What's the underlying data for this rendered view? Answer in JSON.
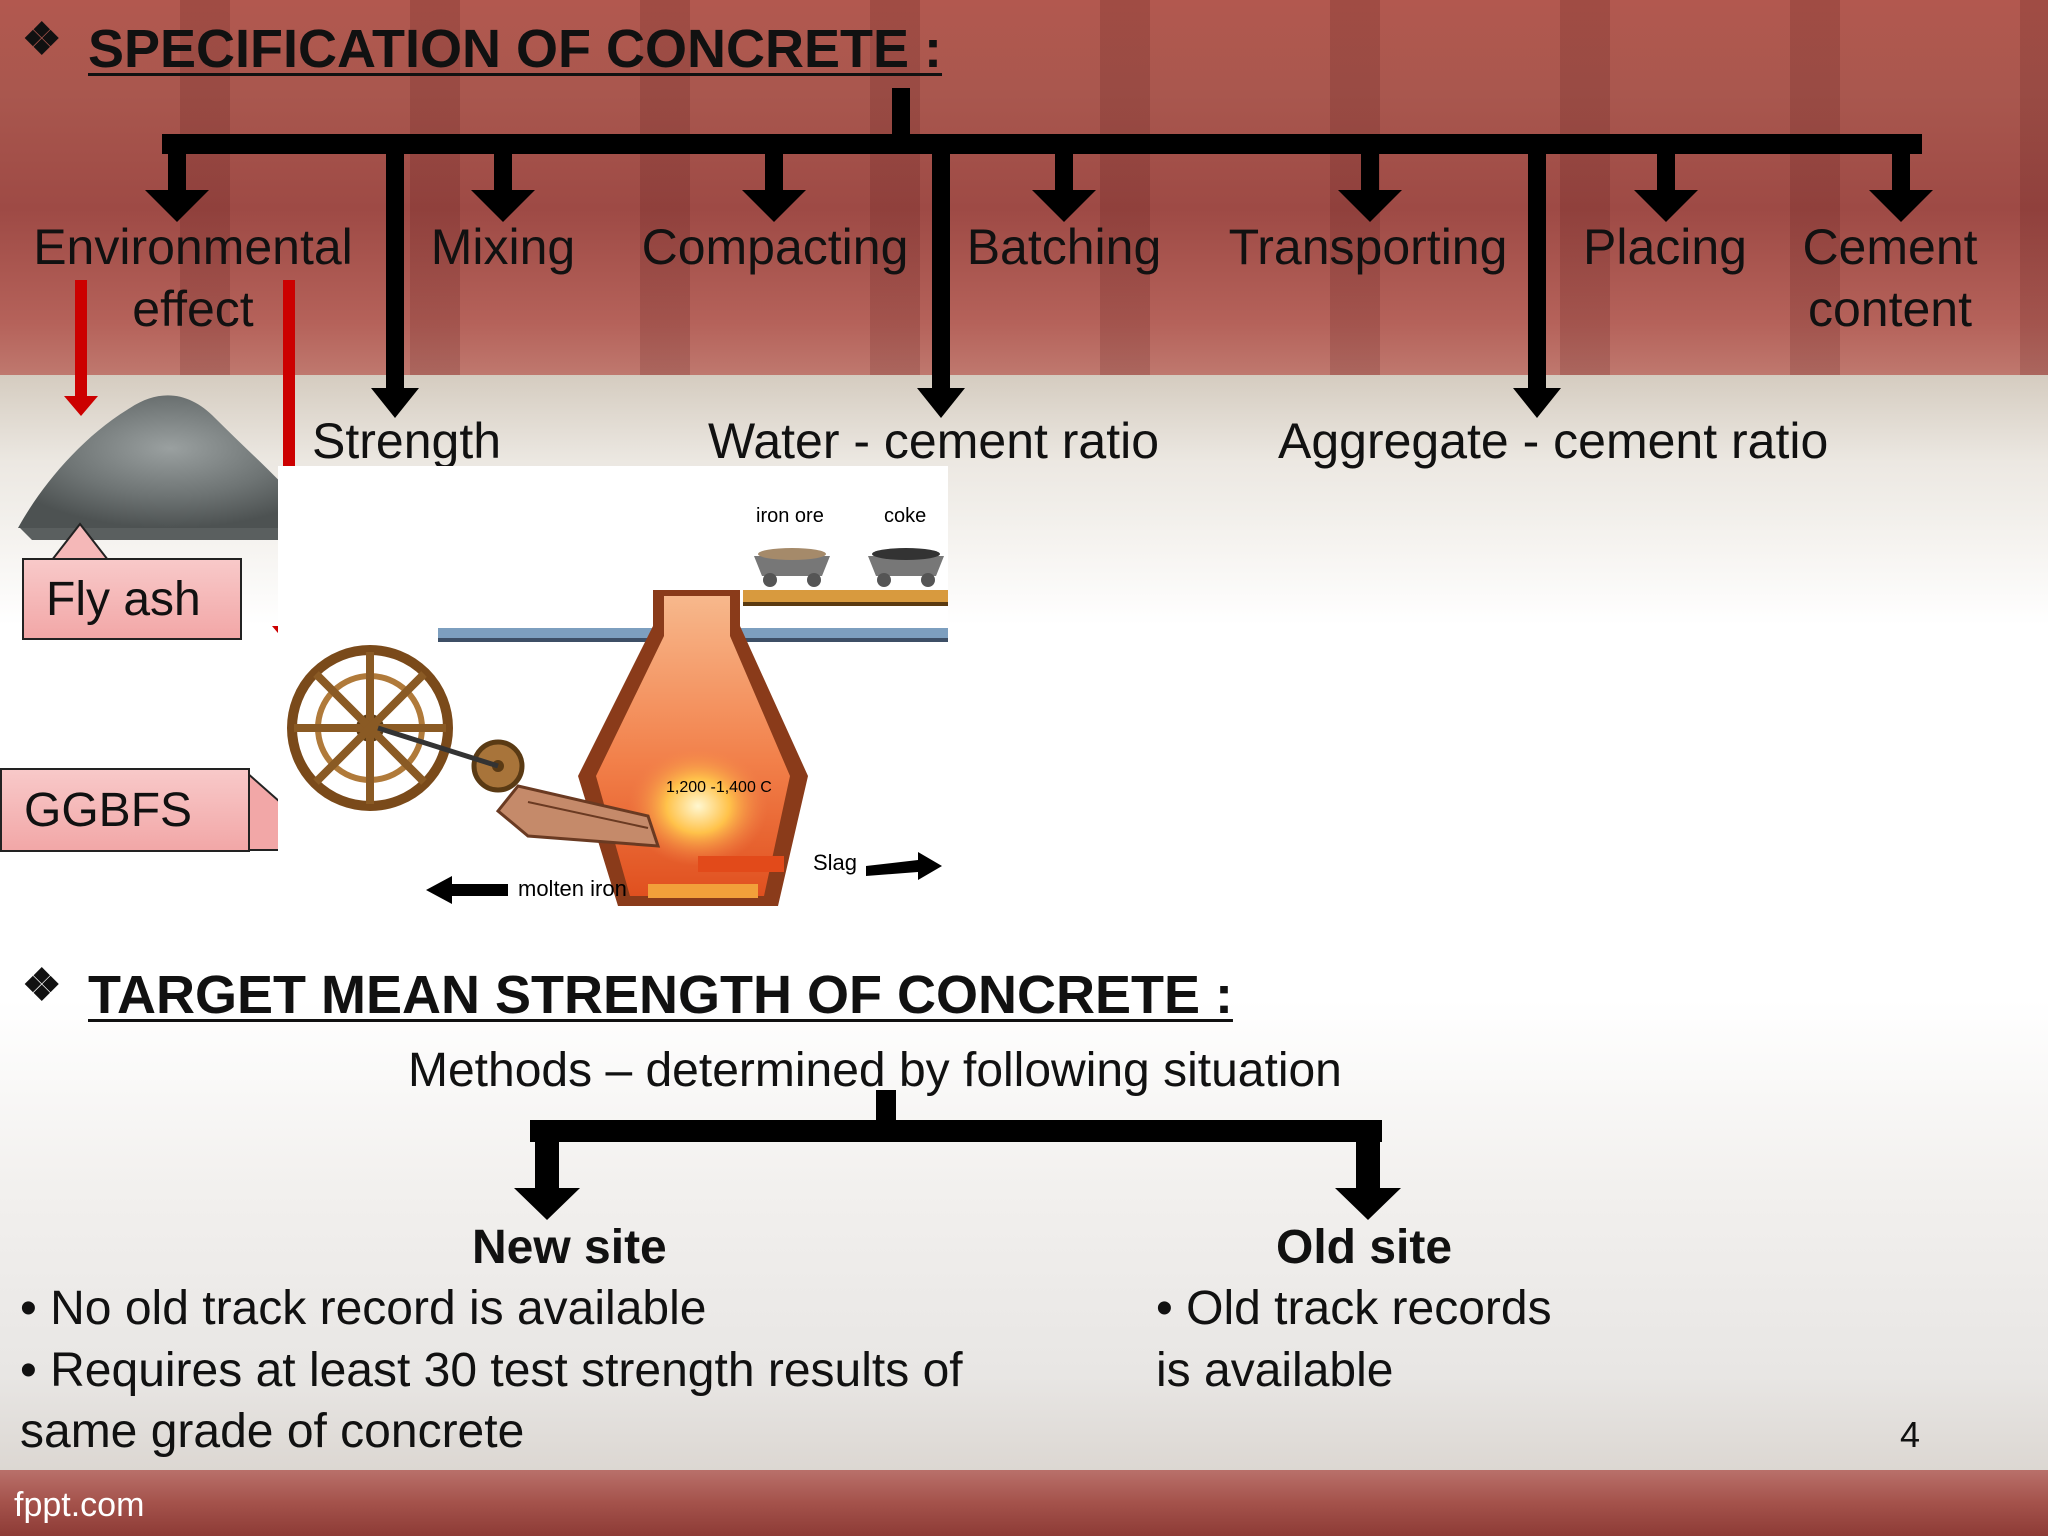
{
  "slide": {
    "section1_title": "SPECIFICATION OF CONCRETE :",
    "section2_title": "TARGET MEAN STRENGTH OF CONCRETE :",
    "bullet_glyph": "❖",
    "page_number": "4",
    "footer": "fppt.com"
  },
  "spec_tree": {
    "top_row": [
      {
        "line1": "Environmental",
        "line2": "effect"
      },
      {
        "line1": "Mixing",
        "line2": ""
      },
      {
        "line1": "Compacting",
        "line2": ""
      },
      {
        "line1": "Batching",
        "line2": ""
      },
      {
        "line1": "Transporting",
        "line2": ""
      },
      {
        "line1": "Placing",
        "line2": ""
      },
      {
        "line1": "Cement",
        "line2": "content"
      }
    ],
    "bottom_row": [
      "Strength",
      "Water - cement ratio",
      "Aggregate - cement ratio"
    ]
  },
  "callouts": {
    "fly_ash": "Fly ash",
    "ggbfs": "GGBFS"
  },
  "furnace_labels": {
    "iron_ore": "iron ore",
    "coke": "coke",
    "temperature": "1,200 -1,400 C",
    "slag": "Slag",
    "molten_iron": "molten iron"
  },
  "target_mean": {
    "methods": "Methods – determined by following situation",
    "new_site": {
      "heading": "New site",
      "bullets": [
        "No old track record is available",
        "Requires at least 30 test strength results of"
      ],
      "continuation": "same grade of concrete"
    },
    "old_site": {
      "heading": "Old site",
      "bullets": [
        "Old track records"
      ],
      "continuation": "is available"
    }
  },
  "colors": {
    "arrow_black": "#000000",
    "arrow_red": "#cc0000",
    "callout_pink": "#f2a7a7"
  }
}
